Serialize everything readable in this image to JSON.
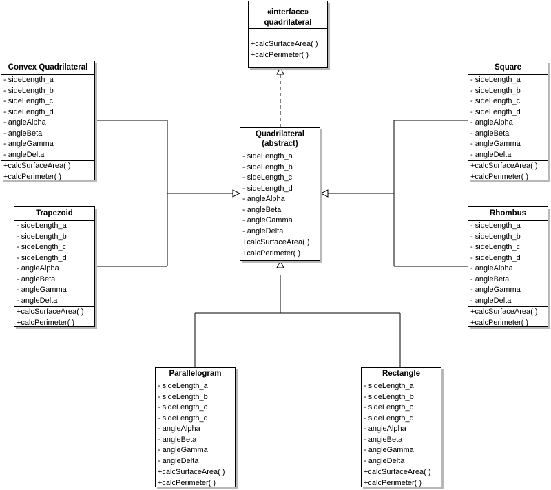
{
  "interface": {
    "stereotype": "«interface»",
    "name": "quadrilateral",
    "methods": [
      "+calcSurfaceArea( )",
      "+calcPerimeter( )"
    ]
  },
  "classes": {
    "abstract": {
      "name": "Quadrilateral",
      "subtitle": "(abstract)",
      "attributes": [
        "- sideLength_a",
        "- sideLength_b",
        "- sideLength_c",
        "- sideLength_d",
        "- angleAlpha",
        "- angleBeta",
        "- angleGamma",
        "- angleDelta"
      ],
      "methods": [
        "+calcSurfaceArea( )",
        "+calcPerimeter( )"
      ]
    },
    "convex": {
      "name": "Convex Quadrilateral",
      "attributes": [
        "- sideLength_a",
        "- sideLength_b",
        "- sideLength_c",
        "- sideLength_d",
        "- angleAlpha",
        "- angleBeta",
        "- angleGamma",
        "- angleDelta"
      ],
      "methods": [
        "+calcSurfaceArea( )",
        "+calcPerimeter( )"
      ]
    },
    "trapezoid": {
      "name": "Trapezoid",
      "attributes": [
        "- sideLength_a",
        "- sideLength_b",
        "- sideLength_c",
        "- sideLength_d",
        "- angleAlpha",
        "- angleBeta",
        "- angleGamma",
        "- angleDelta"
      ],
      "methods": [
        "+calcSurfaceArea( )",
        "+calcPerimeter( )"
      ]
    },
    "square": {
      "name": "Square",
      "attributes": [
        "- sideLength_a",
        "- sideLength_b",
        "- sideLength_c",
        "- sideLength_d",
        "- angleAlpha",
        "- angleBeta",
        "- angleGamma",
        "- angleDelta"
      ],
      "methods": [
        "+calcSurfaceArea( )",
        "+calcPerimeter( )"
      ]
    },
    "rhombus": {
      "name": "Rhombus",
      "attributes": [
        "- sideLength_a",
        "- sideLength_b",
        "- sideLength_c",
        "- sideLength_d",
        "- angleAlpha",
        "- angleBeta",
        "- angleGamma",
        "- angleDelta"
      ],
      "methods": [
        "+calcSurfaceArea( )",
        "+calcPerimeter( )"
      ]
    },
    "parallelogram": {
      "name": "Parallelogram",
      "attributes": [
        "- sideLength_a",
        "- sideLength_b",
        "- sideLength_c",
        "- sideLength_d",
        "- angleAlpha",
        "- angleBeta",
        "- angleGamma",
        "- angleDelta"
      ],
      "methods": [
        "+calcSurfaceArea( )",
        "+calcPerimeter( )"
      ]
    },
    "rectangle": {
      "name": "Rectangle",
      "attributes": [
        "- sideLength_a",
        "- sideLength_b",
        "- sideLength_c",
        "- sideLength_d",
        "- angleAlpha",
        "- angleBeta",
        "- angleGamma",
        "- angleDelta"
      ],
      "methods": [
        "+calcSurfaceArea( )",
        "+calcPerimeter( )"
      ]
    }
  }
}
